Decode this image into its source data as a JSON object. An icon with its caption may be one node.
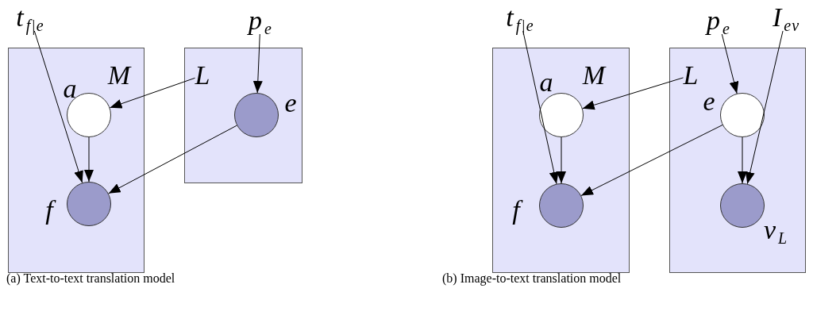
{
  "diagram": {
    "nodes": [
      {
        "text": [
          "t$_{f|e}$"
        ]
      },
      {
        "text": [
          "p$_{e}$"
        ]
      },
      {
        "text": [
          "M"
        ]
      },
      {
        "text": [
          "a"
        ],
        "in": 2
      },
      {
        "text": [
          "f"
        ],
        "in": 2
      },
      {
        "text": [],
        "shape": "box"
      },
      {
        "text": [
          "L"
        ],
        "in": 5
      },
      {
        "text": [
          "e"
        ],
        "in": 5
      },
      {
        "text": [
          "t$_{f|e}$"
        ]
      },
      {
        "text": [
          "p$_{e}$"
        ]
      },
      {
        "text": [
          "I$_{ev}$"
        ]
      },
      {
        "text": [
          "M"
        ]
      },
      {
        "text": [
          "a"
        ],
        "in": 11
      },
      {
        "text": [
          "f"
        ],
        "in": 11
      },
      {
        "text": [],
        "shape": "box"
      },
      {
        "text": [
          "L"
        ],
        "in": 14
      },
      {
        "text": [
          "e"
        ],
        "in": 14
      },
      {
        "text": [
          "v$_{L}$"
        ],
        "in": 14
      }
    ],
    "edges": [
      {
        "from": 0,
        "to": 4,
        "arrow": "to"
      },
      {
        "from": 6,
        "to": 3,
        "arrow": "to"
      },
      {
        "from": 3,
        "to": 4,
        "arrow": "to"
      },
      {
        "from": 7,
        "to": 4,
        "arrow": "to"
      },
      {
        "from": 1,
        "to": 7,
        "arrow": "to"
      },
      {
        "from": 8,
        "to": 13,
        "arrow": "to"
      },
      {
        "from": 15,
        "to": 12,
        "arrow": "to"
      },
      {
        "from": 12,
        "to": 13,
        "arrow": "to"
      },
      {
        "from": 16,
        "to": 13,
        "arrow": "to"
      },
      {
        "from": 9,
        "to": 16,
        "arrow": "to"
      },
      {
        "from": 16,
        "to": 17,
        "arrow": "to"
      },
      {
        "from": 10,
        "to": 17,
        "arrow": "to"
      }
    ],
    "labels": [
      "(a) Text-to-text translation model",
      "(b) Image-to-text translation model"
    ]
  }
}
